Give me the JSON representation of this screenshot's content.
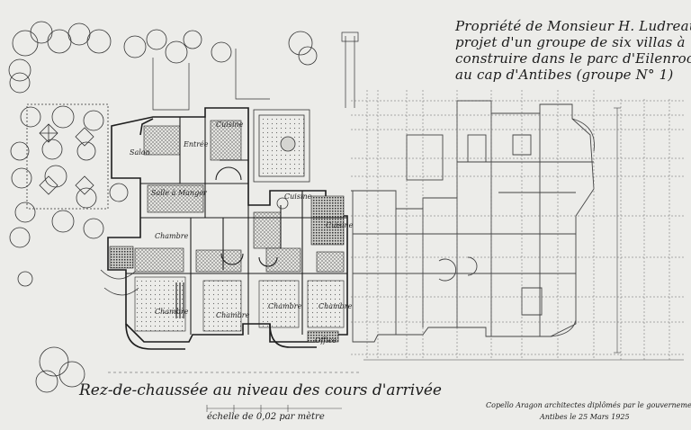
{
  "title": {
    "line1": "Propriété de Monsieur H. Ludreau",
    "line2": "projet d'un groupe de six villas à",
    "line3": "construire dans le parc d'Eilenroc",
    "line4": "au cap d'Antibes (groupe N° 1)"
  },
  "caption": {
    "main": "Rez-de-chaussée au niveau des cours d'arrivée",
    "scale": "échelle de 0,02 par mètre"
  },
  "signature": {
    "line1": "Copello Aragon architectes diplômés par le gouvernement",
    "line2": "Antibes le 25 Mars 1925"
  },
  "rooms": {
    "salon": "Salon",
    "salle_a_manger": "Salle à Manger",
    "entree": "Entrée",
    "cuisine": "Cuisine",
    "chambre_1": "Chambre",
    "chambre_2": "Chambre",
    "chambre_3": "Chambre",
    "chambre_4": "Chambre",
    "chambre_5": "Chambre",
    "cuisine_2": "Cuisine",
    "cuisine_3": "Cuisine",
    "office": "Office"
  },
  "colors": {
    "paper": "#ecece9",
    "ink": "#1c1c1c"
  }
}
